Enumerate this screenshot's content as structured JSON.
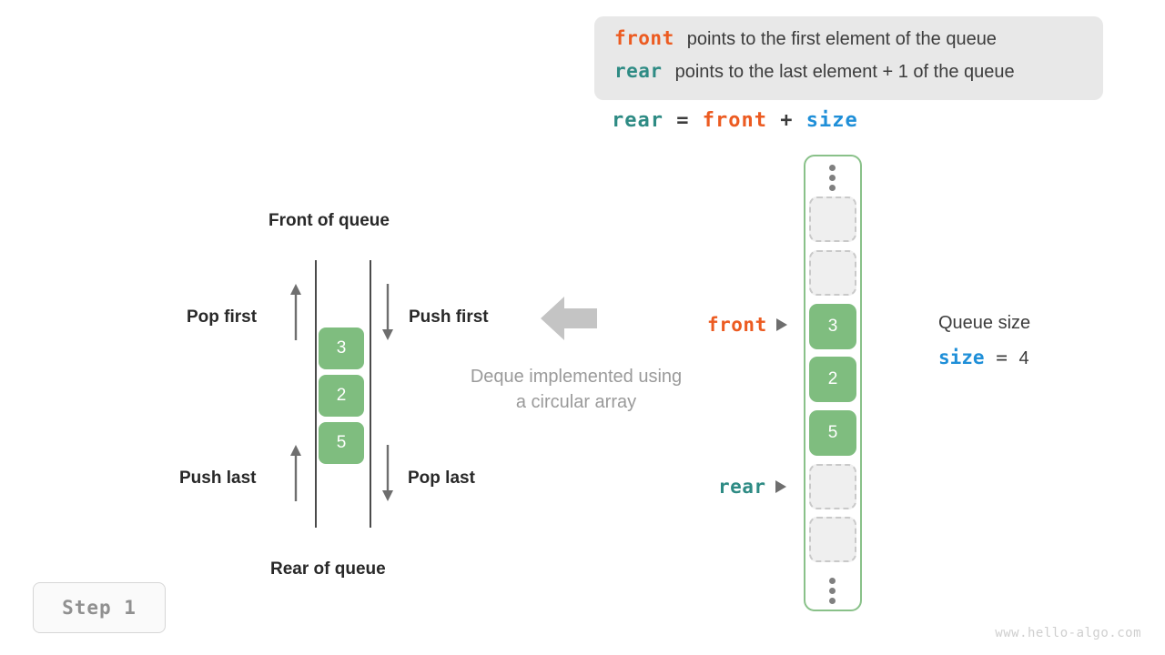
{
  "legend": {
    "rows": [
      {
        "keyword": "front",
        "text": "points to the first element of the queue",
        "color": "#ec5b21"
      },
      {
        "keyword": "rear",
        "text": "points to the last element + 1 of the queue",
        "color": "#2e8b84"
      }
    ]
  },
  "formula": {
    "lhs": "rear",
    "eq": " = ",
    "term1": "front",
    "plus": " + ",
    "term2": "size"
  },
  "deque_diagram": {
    "top_label": "Front of queue",
    "bottom_label": "Rear of queue",
    "pop_first": "Pop first",
    "push_first": "Push first",
    "push_last": "Push last",
    "pop_last": "Pop last",
    "cells": [
      "3",
      "2",
      "5"
    ],
    "note_line1": "Deque implemented using",
    "note_line2": "a circular array"
  },
  "circular_array": {
    "ellipsis_top": "vertical-ellipsis",
    "ellipsis_bottom": "vertical-ellipsis",
    "slots": [
      {
        "value": "",
        "state": "empty"
      },
      {
        "value": "",
        "state": "empty"
      },
      {
        "value": "3",
        "state": "filled"
      },
      {
        "value": "2",
        "state": "filled"
      },
      {
        "value": "5",
        "state": "filled"
      },
      {
        "value": "",
        "state": "empty"
      },
      {
        "value": "",
        "state": "empty"
      }
    ],
    "pointers": [
      {
        "label": "front",
        "color": "#ec5b21",
        "target_slot": 2
      },
      {
        "label": "rear",
        "color": "#2e8b84",
        "target_slot": 5
      }
    ]
  },
  "queue_size": {
    "title": "Queue size",
    "var": "size",
    "eq": " = ",
    "value": "4"
  },
  "step_badge": {
    "label": "Step 1"
  },
  "watermark": {
    "text": "www.hello-algo.com"
  },
  "colors": {
    "front": "#ec5b21",
    "rear": "#2e8b84",
    "size": "#1f8fd8",
    "cell_fill": "#7fbd7f",
    "array_border": "#89c189",
    "legend_bg": "#e8e8e8",
    "muted_text": "#9a9a9a"
  }
}
